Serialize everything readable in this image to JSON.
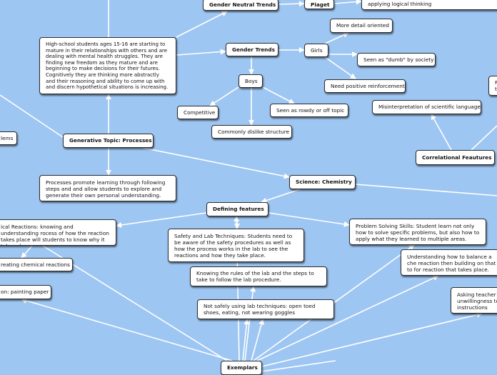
{
  "colors": {
    "background": "#9ec6f2",
    "node_fill": "#ffffff",
    "node_border": "#2b2b2b",
    "link": "#ffffff"
  },
  "nodes": {
    "gender_neutral_trends": "Gender Neutral Trends",
    "piaget": "Piaget",
    "applying_logical_thinking": "applying logical thinking",
    "more_detail_oriented": "More detail oriented",
    "high_school_students": "High-school students ages 15-16 are starting to mature in their relationships with others and are dealing with mental health struggles. They are finding new freedom as they mature and are beginning to make decisions for their futures. Cognitively they are thinking more abstractly and their reasoning and ability to come up with and discern hypothetical situations is increasing.",
    "gender_trends": "Gender Trends",
    "girls": "Girls",
    "seen_as_dumb": "Seen as \"dumb\" by society",
    "boys": "Boys",
    "need_positive_reinforcement": "Need positive reinforcement",
    "competitive": "Competitive",
    "seen_as_rowdy": "Seen as rowdy or off topic",
    "misinterpretation": "Misinterpretation of scientific language",
    "commonly_dislike_structure": "Commonly dislike structure",
    "problems_partial": "lems",
    "generative_topic": "Generative Topic: Processes",
    "correlational_features": "Correlational Feautures",
    "processes_promote": "Processes promote learning through following steps and and allow students to explore and generate their own personal understanding.",
    "science_chemistry": "Science: Chemistry",
    "defining_features": "Defining features",
    "chemical_reactions_partial": "ical Reactions: knowing and understanding rocess of how the reaction takes place will students to know why it takes place.",
    "safety_lab": "Safety and Lab Techniques: Students need to be aware of the safety procedures as well as how the process works in the lab to see the reactions and how they take place.",
    "problem_solving": "Problem Solving Skills: Student learn not only how to solve specific problems, but also how to apply what they learned to multiple areas.",
    "understanding_balance": "Understanding how to balance a che reaction then building on that to for reaction that takes place.",
    "creating_reactions_partial": "reating chemical reactions",
    "knowing_rules": "Knowing the rules of the lab and the steps to take to follow the lab procedure.",
    "painting_paper_partial": "on: painting paper",
    "asking_teacher": "Asking teacher f unwillingness to instructions",
    "not_safely": "Not safely using lab techniques: open toed shoes, eating, not wearing goggles",
    "exemplars": "Exemplars",
    "right_edge_partial": "F t"
  }
}
